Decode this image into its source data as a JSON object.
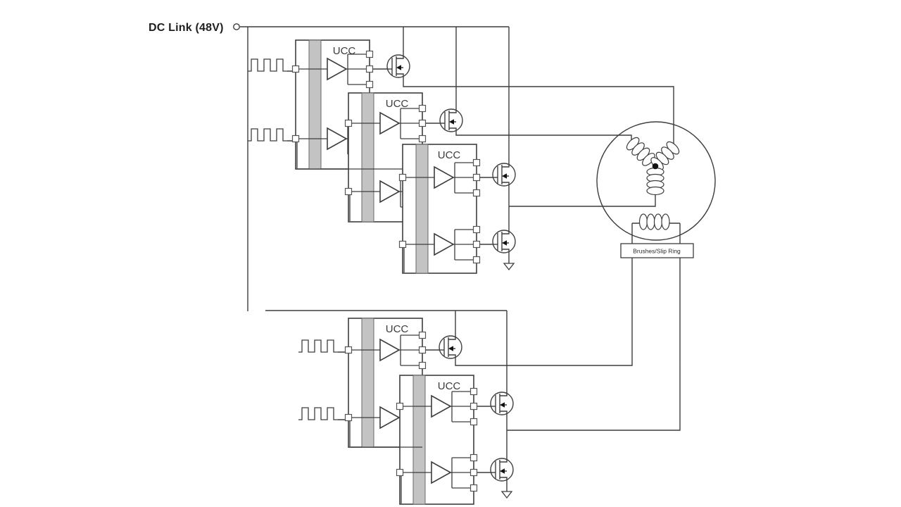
{
  "diagram": {
    "dc_link_label": "DC Link  (48V)",
    "brushes_slip_ring_label": "Brushes/Slip Ring",
    "gate_driver_blocks": [
      {
        "id": "driver-1",
        "label": "UCC"
      },
      {
        "id": "driver-2",
        "label": "UCC"
      },
      {
        "id": "driver-3",
        "label": "UCC"
      },
      {
        "id": "driver-4",
        "label": "UCC"
      },
      {
        "id": "driver-5",
        "label": "UCC"
      }
    ],
    "components": {
      "mosfet_count": 7,
      "pwm_input_count": 4,
      "stator_windings": 3,
      "field_windings": 1,
      "ground_symbols": 2
    },
    "colors": {
      "line": "#3d3d3d",
      "isolation_bar": "#c3c3c3",
      "canvas": "#ffffff",
      "text": "#1f1f1f"
    }
  }
}
